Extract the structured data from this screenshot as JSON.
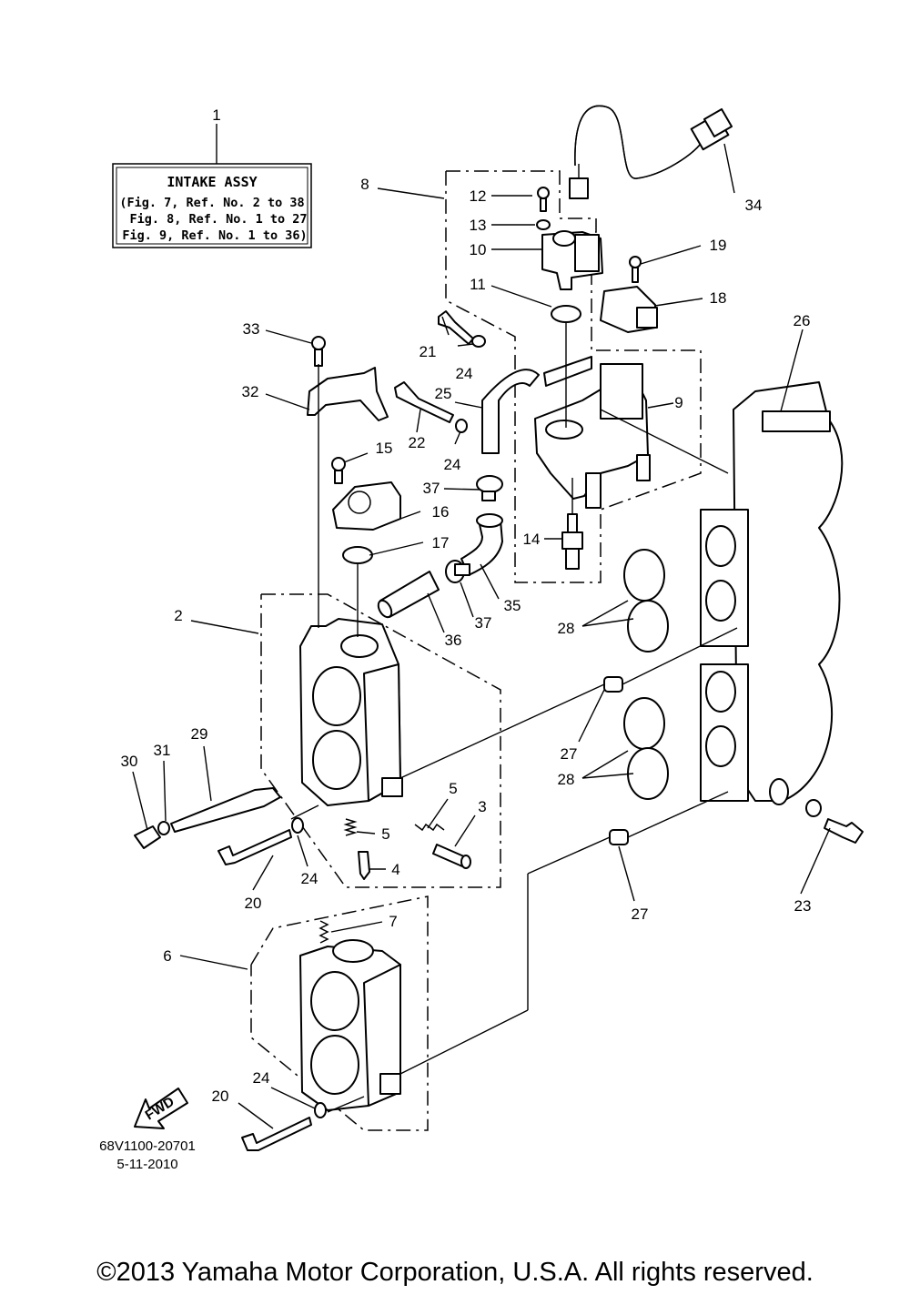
{
  "label_box": {
    "title": "INTAKE ASSY",
    "lines": [
      "(Fig. 7, Ref. No. 2 to 38",
      "Fig. 8, Ref. No. 1 to 27",
      "Fig. 9, Ref. No. 1 to 36)"
    ]
  },
  "callouts": {
    "c1": "1",
    "c2": "2",
    "c3": "3",
    "c4": "4",
    "c5a": "5",
    "c5b": "5",
    "c6": "6",
    "c7": "7",
    "c8": "8",
    "c9": "9",
    "c10": "10",
    "c11": "11",
    "c12": "12",
    "c13": "13",
    "c14": "14",
    "c15": "15",
    "c16": "16",
    "c17": "17",
    "c18": "18",
    "c19": "19",
    "c20a": "20",
    "c20b": "20",
    "c21": "21",
    "c22": "22",
    "c23": "23",
    "c24a": "24",
    "c24b": "24",
    "c24c": "24",
    "c24d": "24",
    "c25": "25",
    "c26": "26",
    "c27a": "27",
    "c27b": "27",
    "c28a": "28",
    "c28b": "28",
    "c29": "29",
    "c30": "30",
    "c31": "31",
    "c32": "32",
    "c33": "33",
    "c34": "34",
    "c35": "35",
    "c36": "36",
    "c37a": "37",
    "c37b": "37"
  },
  "fwd_label": "FWD",
  "drawing_number": "68V1100-20701",
  "drawing_date": "5-11-2010",
  "copyright": "©2013 Yamaha Motor Corporation, U.S.A. All rights reserved."
}
